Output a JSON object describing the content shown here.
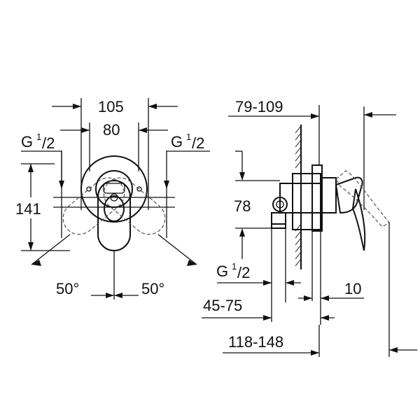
{
  "front_view": {
    "width_outer": "105",
    "width_inner": "80",
    "height": "141",
    "thread_left": {
      "base": "G",
      "sup": "1",
      "sub": "/2"
    },
    "thread_right": {
      "base": "G",
      "sup": "1",
      "sub": "/2"
    },
    "angle_left": "50°",
    "angle_right": "50°"
  },
  "side_view": {
    "wall_depth": "79-109",
    "body_height": "78",
    "thread": {
      "base": "G",
      "sup": "1",
      "sub": "/2"
    },
    "plate": "10",
    "depth_small": "45-75",
    "depth_large": "118-148"
  }
}
